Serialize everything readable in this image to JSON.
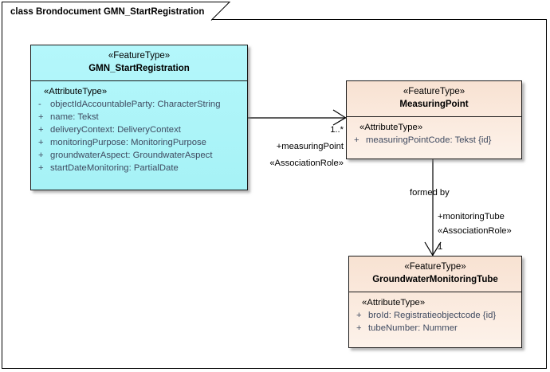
{
  "diagram": {
    "title": "class Brondocument GMN_StartRegistration",
    "colors": {
      "cyan_fill": "#aaf5f8",
      "peach_fill": "#fbe6d8",
      "border": "#1a1a1a",
      "attribute_text": "#3f4a60",
      "background": "#ffffff"
    }
  },
  "classes": [
    {
      "id": "gmn-startregistration",
      "stereotype": "«FeatureType»",
      "name": "GMN_StartRegistration",
      "compartment_stereotype": "«AttributeType»",
      "attributes": [
        {
          "visibility": "-",
          "text": "objectIdAccountableParty: CharacterString"
        },
        {
          "visibility": "+",
          "text": "name: Tekst"
        },
        {
          "visibility": "+",
          "text": "deliveryContext: DeliveryContext"
        },
        {
          "visibility": "+",
          "text": "monitoringPurpose: MonitoringPurpose"
        },
        {
          "visibility": "+",
          "text": "groundwaterAspect: GroundwaterAspect"
        },
        {
          "visibility": "+",
          "text": "startDateMonitoring: PartialDate"
        }
      ]
    },
    {
      "id": "measuringpoint",
      "stereotype": "«FeatureType»",
      "name": "MeasuringPoint",
      "compartment_stereotype": "«AttributeType»",
      "attributes": [
        {
          "visibility": "+",
          "text": "measuringPointCode: Tekst {id}"
        }
      ]
    },
    {
      "id": "groundwatermonitoringtube",
      "stereotype": "«FeatureType»",
      "name": "GroundwaterMonitoringTube",
      "compartment_stereotype": "«AttributeType»",
      "attributes": [
        {
          "visibility": "+",
          "text": "broId: Registratieobjectcode {id}"
        },
        {
          "visibility": "+",
          "text": "tubeNumber: Nummer"
        }
      ]
    }
  ],
  "associations": [
    {
      "id": "gmn-to-measuringpoint",
      "from": "gmn-startregistration",
      "to": "measuringpoint",
      "multiplicity": "1..*",
      "role": "+measuringPoint",
      "role_stereotype": "«AssociationRole»"
    },
    {
      "id": "measuringpoint-to-tube",
      "from": "measuringpoint",
      "to": "groundwatermonitoringtube",
      "name": "formed by",
      "multiplicity": "1",
      "role": "+monitoringTube",
      "role_stereotype": "«AssociationRole»"
    }
  ]
}
